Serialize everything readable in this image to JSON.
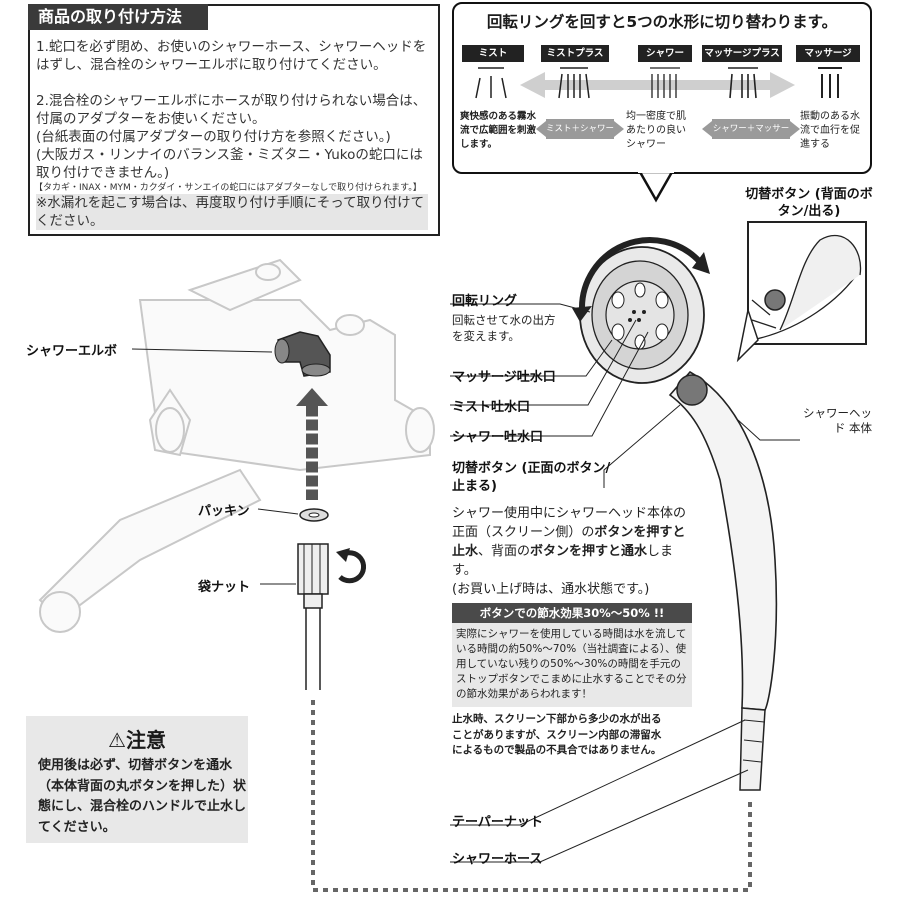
{
  "install": {
    "title": "商品の取り付け方法",
    "step1": "1.蛇口を必ず閉め、お使いのシャワーホース、シャワーヘッドをはずし、混合栓のシャワーエルボに取り付けてください。",
    "step2": "2.混合栓のシャワーエルボにホースが取り付けられない場合は、付属のアダプターをお使いください。",
    "step2_note1": "(台紙表面の付属アダプターの取り付け方を参照ください。)",
    "step2_note2": "(大阪ガス・リンナイのバランス釜・ミズタニ・Yukoの蛇口には取り付けできません。)",
    "small_note": "【タカギ・INAX・MYM・カクダイ・サンエイの蛇口にはアダプターなしで取り付けられます。】",
    "leak_note": "※水漏れを起こす場合は、再度取り付け手順にそって取り付けてください。"
  },
  "spray": {
    "title": "回転リングを回すと5つの水形に切り替わります。",
    "modes": [
      "ミスト",
      "ミストプラス",
      "シャワー",
      "マッサージプラス",
      "マッサージ"
    ],
    "desc_mist": "爽快感のある霧水流で広範囲を刺激します。",
    "desc_shower": "均一密度で肌あたりの良いシャワー",
    "desc_massage": "振動のある水流で血行を促進する",
    "pill_left": "ミスト＋シャワー",
    "pill_right": "シャワー＋マッサージ"
  },
  "labels": {
    "shower_elbow": "シャワーエルボ",
    "packing": "パッキン",
    "bag_nut": "袋ナット",
    "rotating_ring": "回転リング",
    "rotating_ring_desc": "回転させて水の出方を変えます。",
    "massage_outlet": "マッサージ吐水口",
    "mist_outlet": "ミスト吐水口",
    "shower_outlet": "シャワー吐水口",
    "switch_front": "切替ボタン (正面のボタン/止まる)",
    "switch_back": "切替ボタン (背面のボタン/出る)",
    "head_body": "シャワーヘッド 本体",
    "taper_nut": "テーパーナット",
    "shower_hose": "シャワーホース"
  },
  "switch_desc": {
    "line1": "シャワー使用中にシャワーヘッド本体の正面（スクリーン側）の",
    "bold1": "ボタンを押すと止水",
    "mid": "、背面の",
    "bold2": "ボタンを押すと通水",
    "end": "します。",
    "note": "(お買い上げ時は、通水状態です。)"
  },
  "saving": {
    "title": "ボタンでの節水効果30%〜50% !!",
    "body": "実際にシャワーを使用している時間は水を流している時間の約50%〜70%（当社調査による）、使用していない残りの50%〜30%の時間を手元のストップボタンでこまめに止水することでその分の節水効果があらわれます！"
  },
  "water_note": "止水時、スクリーン下部から多少の水が出ることがありますが、スクリーン内部の滞留水によるもので製品の不具合ではありません。",
  "caution": {
    "title": "⚠注意",
    "body": "使用後は必ず、切替ボタンを通水（本体背面の丸ボタンを押した）状態にし、混合栓のハンドルで止水してください。"
  },
  "colors": {
    "dark": "#222222",
    "gray": "#9a9a9a",
    "light": "#e8e8e8"
  }
}
